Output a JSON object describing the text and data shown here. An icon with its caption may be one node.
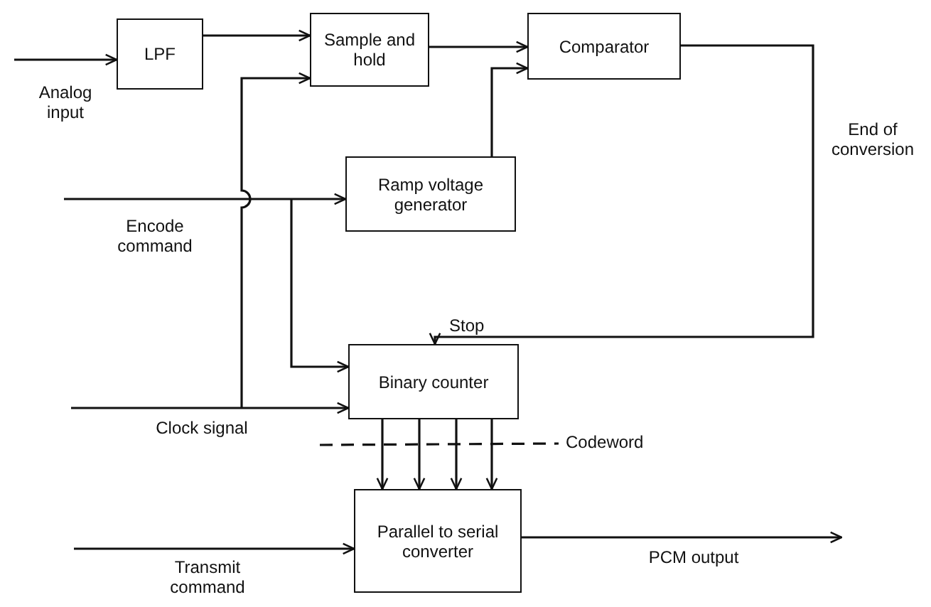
{
  "diagram": {
    "nodes": [
      {
        "text": [
          "LPF"
        ]
      },
      {
        "text": [
          "Sample and hold"
        ]
      },
      {
        "text": [
          "Comparator"
        ]
      },
      {
        "text": [
          "Ramp voltage generator"
        ]
      },
      {
        "text": [
          "Binary counter"
        ]
      },
      {
        "text": [
          "Parallel to serial converter"
        ]
      }
    ],
    "edges": [
      {
        "from": null,
        "to": 0,
        "arrow": "to",
        "label": "Analog input"
      },
      {
        "from": 0,
        "to": 1,
        "arrow": "to"
      },
      {
        "from": 1,
        "to": 2,
        "arrow": "to"
      },
      {
        "from": null,
        "to": 3,
        "arrow": "to",
        "label": "Encode command"
      },
      {
        "from": null,
        "to": 4,
        "arrow": "to"
      },
      {
        "from": null,
        "to": 4,
        "arrow": "to",
        "label": "Clock signal"
      },
      {
        "from": null,
        "to": 1,
        "arrow": "to"
      },
      {
        "from": 3,
        "to": 2,
        "arrow": "to"
      },
      {
        "from": 2,
        "to": 4,
        "arrow": "to",
        "label": "End of conversion"
      },
      {
        "from": 4,
        "to": 5,
        "arrow": "to"
      },
      {
        "from": 4,
        "to": 5,
        "arrow": "to"
      },
      {
        "from": 4,
        "to": 5,
        "arrow": "to"
      },
      {
        "from": 4,
        "to": 5,
        "arrow": "to"
      },
      {
        "from": null,
        "to": 5,
        "arrow": "to",
        "label": "Transmit command"
      },
      {
        "from": 5,
        "to": null,
        "arrow": "to",
        "label": "PCM output"
      }
    ],
    "labels": [
      "Stop",
      "Codeword"
    ]
  }
}
